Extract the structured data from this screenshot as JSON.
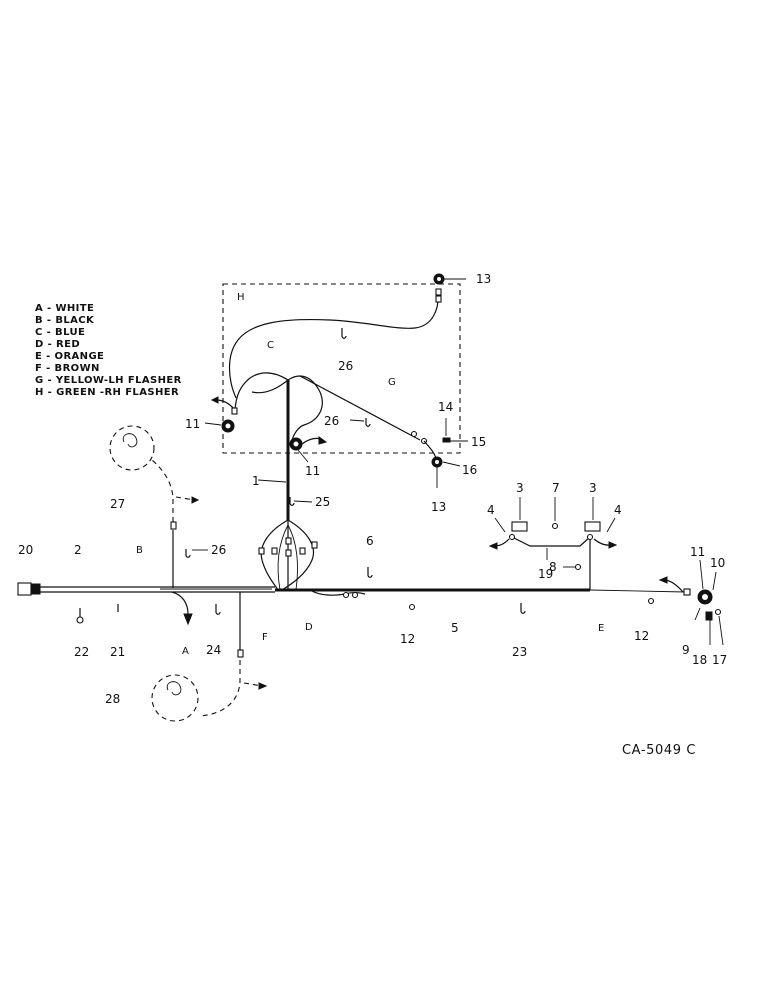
{
  "legend": [
    "A - WHITE",
    "B - BLACK",
    "C - BLUE",
    "D - RED",
    "E - ORANGE",
    "F - BROWN",
    "G - YELLOW-LH FLASHER",
    "H - GREEN   -RH FLASHER"
  ],
  "drawing_number": "CA-5049 C",
  "callouts": {
    "n1": "1",
    "n2": "2",
    "n3a": "3",
    "n3b": "3",
    "n4a": "4",
    "n4b": "4",
    "n5": "5",
    "n6": "6",
    "n7": "7",
    "n8": "8",
    "n9": "9",
    "n10": "10",
    "n11a": "11",
    "n11b": "11",
    "n11c": "11",
    "n12a": "12",
    "n12b": "12",
    "n13a": "13",
    "n13b": "13",
    "n14": "14",
    "n15": "15",
    "n16": "16",
    "n17": "17",
    "n18": "18",
    "n19": "19",
    "n20": "20",
    "n21": "21",
    "n22": "22",
    "n23": "23",
    "n24": "24",
    "n25": "25",
    "n26a": "26",
    "n26b": "26",
    "n26c": "26",
    "n27": "27",
    "n28": "28"
  },
  "wire_letters": {
    "A": "A",
    "B": "B",
    "C": "C",
    "D": "D",
    "E": "E",
    "F": "F",
    "G": "G",
    "H": "H"
  }
}
